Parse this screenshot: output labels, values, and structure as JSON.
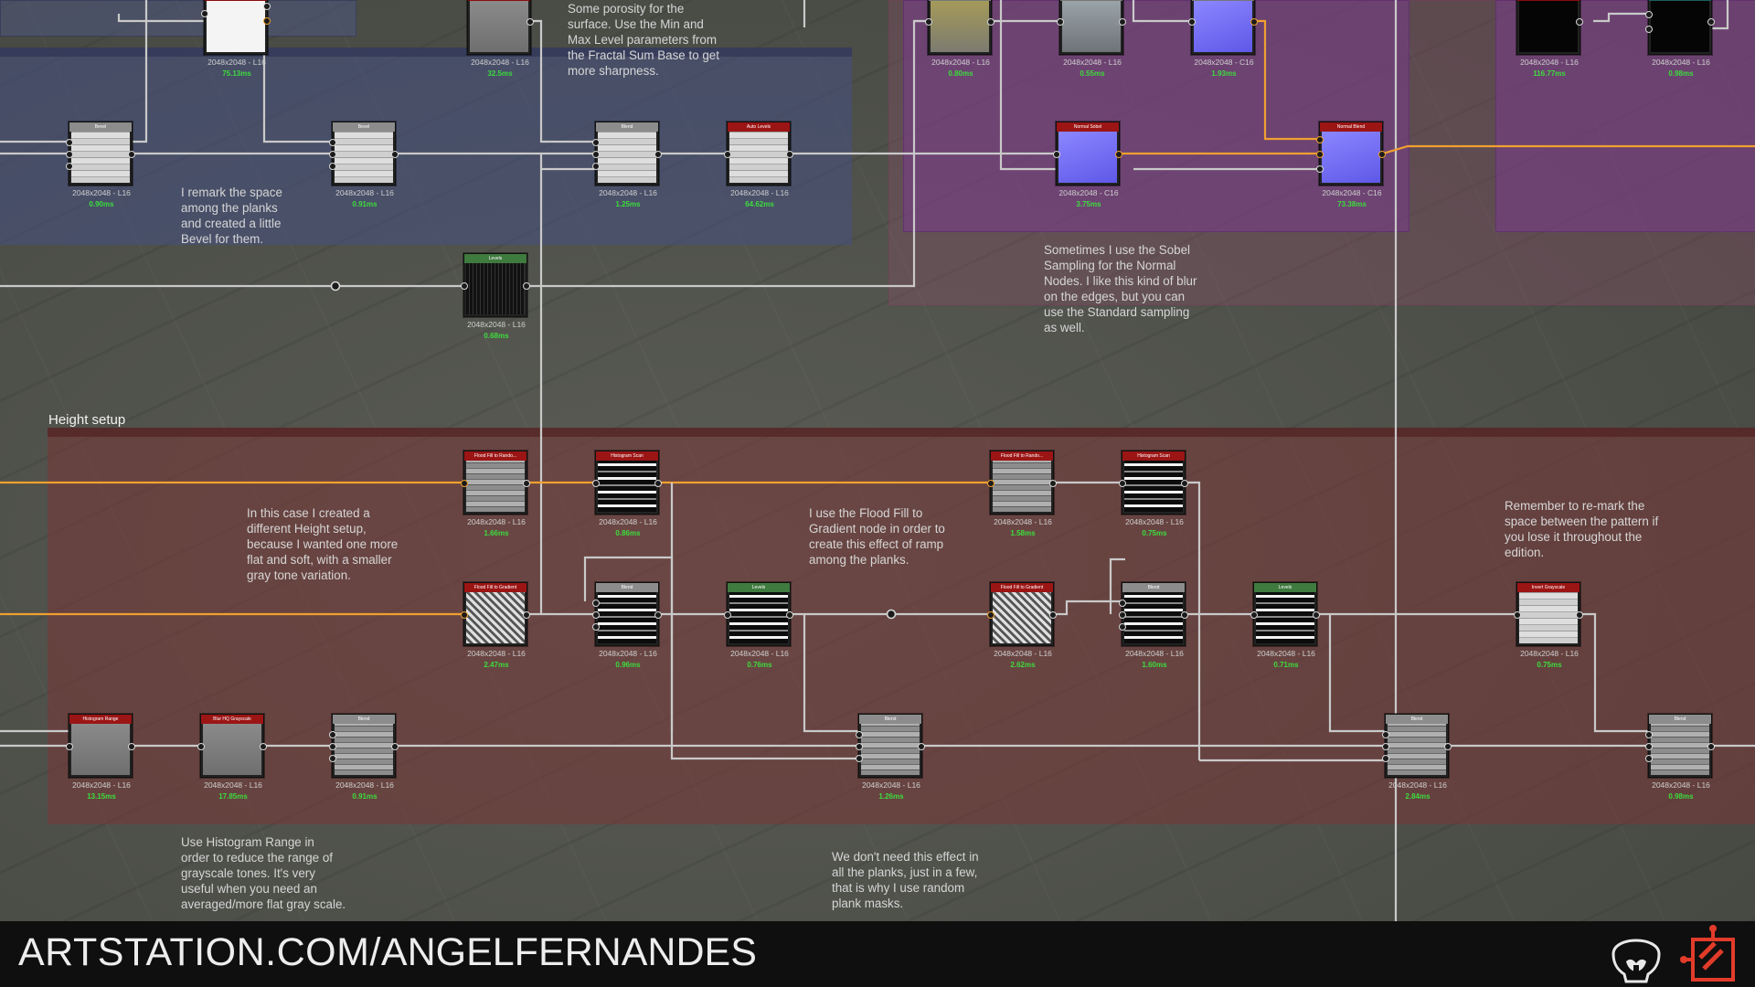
{
  "frames": [
    {
      "id": "top-left-blue",
      "color": "rgba(70,80,130,0.55)",
      "border": "rgba(40,45,80,0.6)",
      "title": ""
    },
    {
      "id": "top-left-blue-upper",
      "color": "rgba(80,90,140,0.45)",
      "border": "rgba(40,45,80,0.5)",
      "title": ""
    },
    {
      "id": "normal-pink",
      "color": "rgba(150,80,110,0.30)",
      "border": "rgba(120,60,90,0.5)",
      "title": ""
    },
    {
      "id": "normal-purple",
      "color": "rgba(120,60,140,0.55)",
      "border": "rgba(90,40,110,0.6)",
      "title": ""
    },
    {
      "id": "right-purple",
      "color": "rgba(120,60,140,0.55)",
      "border": "rgba(90,40,110,0.6)",
      "title": ""
    },
    {
      "id": "height-setup",
      "color": "rgba(120,55,55,0.55)",
      "border": "rgba(80,30,30,0.6)",
      "title": "Height setup"
    }
  ],
  "comments": [
    {
      "id": "porosity",
      "text": "Some porosity for the\nsurface. Use the Min and\nMax Level parameters from\nthe Fractal Sum Base to get\nmore sharpness."
    },
    {
      "id": "bevel",
      "text": "I remark the space\namong the planks\nand created a little\nBevel for them."
    },
    {
      "id": "sobel",
      "text": "Sometimes I use the Sobel\nSampling for the Normal\nNodes. I like this kind of blur\non the edges, but you can\nuse the Standard sampling\nas well."
    },
    {
      "id": "height",
      "text": "In this case I created a\ndifferent Height setup,\nbecause I wanted one more\nflat and soft, with a smaller\ngray tone variation."
    },
    {
      "id": "floodfill",
      "text": "I use the Flood Fill to\nGradient node in order to\ncreate this effect of ramp\namong the planks."
    },
    {
      "id": "remark",
      "text": "Remember to re-mark the\nspace between the pattern if\nyou lose it throughout the\nedition."
    },
    {
      "id": "histogram",
      "text": "Use Histogram Range in\norder to reduce the range of\ngrayscale tones. It's very\nuseful when you need an\naveraged/more flat gray scale."
    },
    {
      "id": "random",
      "text": "We don't need this effect in\nall the planks, just in a few,\nthat is why I use random\nplank masks."
    }
  ],
  "nodes": [
    {
      "id": "n-top-white",
      "header": "",
      "hdr_color": "#8a0d0d",
      "thumb": "t-white",
      "meta": "2048x2048 - L16",
      "time": "75.13ms"
    },
    {
      "id": "n-top-gray",
      "header": "",
      "hdr_color": "#8a0d0d",
      "thumb": "t-gray",
      "meta": "2048x2048 - L16",
      "time": "32.5ms"
    },
    {
      "id": "n-top-rust",
      "header": "",
      "hdr_color": "#777",
      "thumb": "t-rust",
      "meta": "2048x2048 - L16",
      "time": "0.80ms"
    },
    {
      "id": "n-top-stone",
      "header": "",
      "hdr_color": "#777",
      "thumb": "t-stone",
      "meta": "2048x2048 - L16",
      "time": "0.55ms"
    },
    {
      "id": "n-top-normal",
      "header": "",
      "hdr_color": "#777",
      "thumb": "t-normal",
      "meta": "2048x2048 - C16",
      "time": "1.93ms"
    },
    {
      "id": "n-top-black-red",
      "header": "",
      "hdr_color": "#8a0d0d",
      "thumb": "t-black",
      "meta": "2048x2048 - L16",
      "time": "116.77ms"
    },
    {
      "id": "n-top-black-teal",
      "header": "",
      "hdr_color": "#1e5d5d",
      "thumb": "t-black",
      "meta": "2048x2048 - L16",
      "time": "0.98ms"
    },
    {
      "id": "n-bevel-1",
      "header": "Bevel",
      "hdr_color": "#8c8c8c",
      "thumb": "t-planks-light",
      "meta": "2048x2048 - L16",
      "time": "0.90ms"
    },
    {
      "id": "n-bevel-2",
      "header": "Bevel",
      "hdr_color": "#8c8c8c",
      "thumb": "t-planks-light",
      "meta": "2048x2048 - L16",
      "time": "0.91ms"
    },
    {
      "id": "n-blend-1",
      "header": "Blend",
      "hdr_color": "#8c8c8c",
      "thumb": "t-planks-light",
      "meta": "2048x2048 - L16",
      "time": "1.25ms"
    },
    {
      "id": "n-autolevels",
      "header": "Auto Levels",
      "hdr_color": "#9c1515",
      "thumb": "t-planks-light",
      "meta": "2048x2048 - L16",
      "time": "64.62ms"
    },
    {
      "id": "n-levels-top",
      "header": "Levels",
      "hdr_color": "#3f7a3f",
      "thumb": "t-dots",
      "meta": "2048x2048 - L16",
      "time": "0.68ms"
    },
    {
      "id": "n-normal-sobel",
      "header": "Normal Sobel",
      "hdr_color": "#9c1515",
      "thumb": "t-normal",
      "meta": "2048x2048 - C16",
      "time": "3.75ms"
    },
    {
      "id": "n-normal-blend",
      "header": "Normal Blend",
      "hdr_color": "#9c1515",
      "thumb": "t-normal",
      "meta": "2048x2048 - C16",
      "time": "73.38ms"
    },
    {
      "id": "n-floodrand-1",
      "header": "Flood Fill to Rando...",
      "hdr_color": "#9c1515",
      "thumb": "t-planks-mid",
      "meta": "2048x2048 - L16",
      "time": "1.66ms"
    },
    {
      "id": "n-histscan-1",
      "header": "Histogram Scan",
      "hdr_color": "#9c1515",
      "thumb": "t-planks-bw",
      "meta": "2048x2048 - L16",
      "time": "0.86ms"
    },
    {
      "id": "n-floodrand-2",
      "header": "Flood Fill to Rando...",
      "hdr_color": "#9c1515",
      "thumb": "t-planks-mid",
      "meta": "2048x2048 - L16",
      "time": "1.58ms"
    },
    {
      "id": "n-histscan-2",
      "header": "Histogram Scan",
      "hdr_color": "#9c1515",
      "thumb": "t-planks-bw",
      "meta": "2048x2048 - L16",
      "time": "0.75ms"
    },
    {
      "id": "n-floodgrad-1",
      "header": "Flood Fill to Gradient",
      "hdr_color": "#9c1515",
      "thumb": "t-grad",
      "meta": "2048x2048 - L16",
      "time": "2.47ms"
    },
    {
      "id": "n-blend-2",
      "header": "Blend",
      "hdr_color": "#8c8c8c",
      "thumb": "t-planks-bw",
      "meta": "2048x2048 - L16",
      "time": "0.96ms"
    },
    {
      "id": "n-levels-2",
      "header": "Levels",
      "hdr_color": "#3f7a3f",
      "thumb": "t-planks-bw",
      "meta": "2048x2048 - L16",
      "time": "0.76ms"
    },
    {
      "id": "n-floodgrad-2",
      "header": "Flood Fill to Gradient",
      "hdr_color": "#9c1515",
      "thumb": "t-grad",
      "meta": "2048x2048 - L16",
      "time": "2.62ms"
    },
    {
      "id": "n-blend-3",
      "header": "Blend",
      "hdr_color": "#8c8c8c",
      "thumb": "t-planks-bw",
      "meta": "2048x2048 - L16",
      "time": "1.60ms"
    },
    {
      "id": "n-levels-3",
      "header": "Levels",
      "hdr_color": "#3f7a3f",
      "thumb": "t-planks-bw",
      "meta": "2048x2048 - L16",
      "time": "0.71ms"
    },
    {
      "id": "n-invert",
      "header": "Invert Grayscale",
      "hdr_color": "#9c1515",
      "thumb": "t-planks-light",
      "meta": "2048x2048 - L16",
      "time": "0.75ms"
    },
    {
      "id": "n-histrange",
      "header": "Histogram Range",
      "hdr_color": "#9c1515",
      "thumb": "t-gray",
      "meta": "2048x2048 - L16",
      "time": "13.15ms"
    },
    {
      "id": "n-blurhq",
      "header": "Blur HQ Grayscale",
      "hdr_color": "#9c1515",
      "thumb": "t-gray",
      "meta": "2048x2048 - L16",
      "time": "17.85ms"
    },
    {
      "id": "n-blend-4",
      "header": "Blend",
      "hdr_color": "#8c8c8c",
      "thumb": "t-planks-mid",
      "meta": "2048x2048 - L16",
      "time": "0.91ms"
    },
    {
      "id": "n-blend-5",
      "header": "Blend",
      "hdr_color": "#8c8c8c",
      "thumb": "t-planks-mid",
      "meta": "2048x2048 - L16",
      "time": "1.26ms"
    },
    {
      "id": "n-blend-6",
      "header": "Blend",
      "hdr_color": "#8c8c8c",
      "thumb": "t-planks-mid",
      "meta": "2048x2048 - L16",
      "time": "2.84ms"
    },
    {
      "id": "n-blend-7",
      "header": "Blend",
      "hdr_color": "#8c8c8c",
      "thumb": "t-planks-mid",
      "meta": "2048x2048 - L16",
      "time": "0.98ms"
    }
  ],
  "wire_colors": {
    "gray": "#c9c9c9",
    "orange": "#f0a030"
  },
  "footer": {
    "site": "ARTSTATION.COM/",
    "user": "ANGELFERNANDES",
    "icons": [
      "skull-logo-icon",
      "substance-logo-icon"
    ]
  }
}
